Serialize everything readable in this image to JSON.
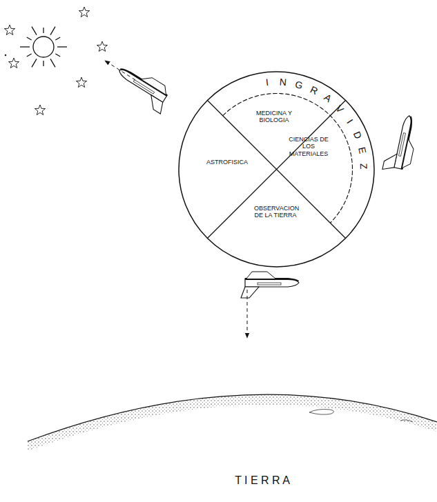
{
  "diagram": {
    "nodes": [
      {
        "text": [
          "INGRAVIDEZ"
        ]
      },
      {
        "text": [
          "MEDICINA Y BIOLOGIA"
        ],
        "in": 0
      },
      {
        "text": [
          "CIENCIAS DE LOS MATERIALES"
        ],
        "in": 0
      },
      {
        "text": [
          "ASTROFISICA"
        ],
        "in": 0
      },
      {
        "text": [
          "OBSERVACION DE LA TIERRA"
        ],
        "in": 0
      }
    ],
    "labels": [
      "T I E R R A"
    ]
  }
}
